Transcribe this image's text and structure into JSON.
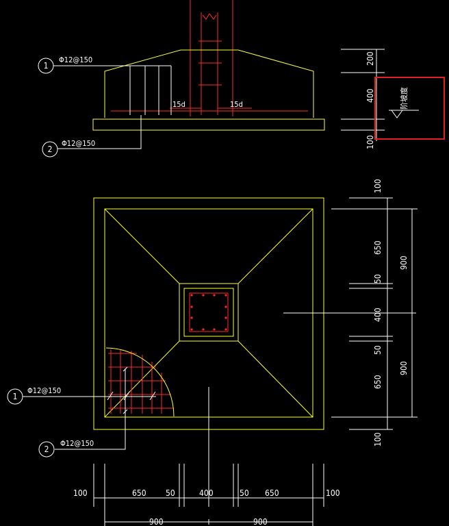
{
  "section": {
    "callout1": {
      "number": "1",
      "spec": "Φ12@150"
    },
    "callout2": {
      "number": "2",
      "spec": "Φ12@150"
    },
    "anchor_left": "15d",
    "anchor_right": "15d",
    "right_dims": [
      "200",
      "400",
      "100"
    ],
    "slope_note": "阶坡度"
  },
  "plan": {
    "callout1": {
      "number": "1",
      "spec": "Φ12@150"
    },
    "callout2": {
      "number": "2",
      "spec": "Φ12@150"
    },
    "right_dims_inner": [
      "100",
      "650",
      "50",
      "400",
      "50",
      "650",
      "100"
    ],
    "right_dims_outer": [
      "900",
      "900"
    ],
    "bottom_dims_inner": [
      "100",
      "650",
      "50",
      "400",
      "50",
      "650",
      "100"
    ],
    "bottom_dims_outer": [
      "900",
      "900"
    ]
  },
  "colors": {
    "background": "#000000",
    "outline": "#ffff33",
    "rebar": "#ff2a2a",
    "annotation": "#ffffff",
    "highlight": "#e02020"
  }
}
